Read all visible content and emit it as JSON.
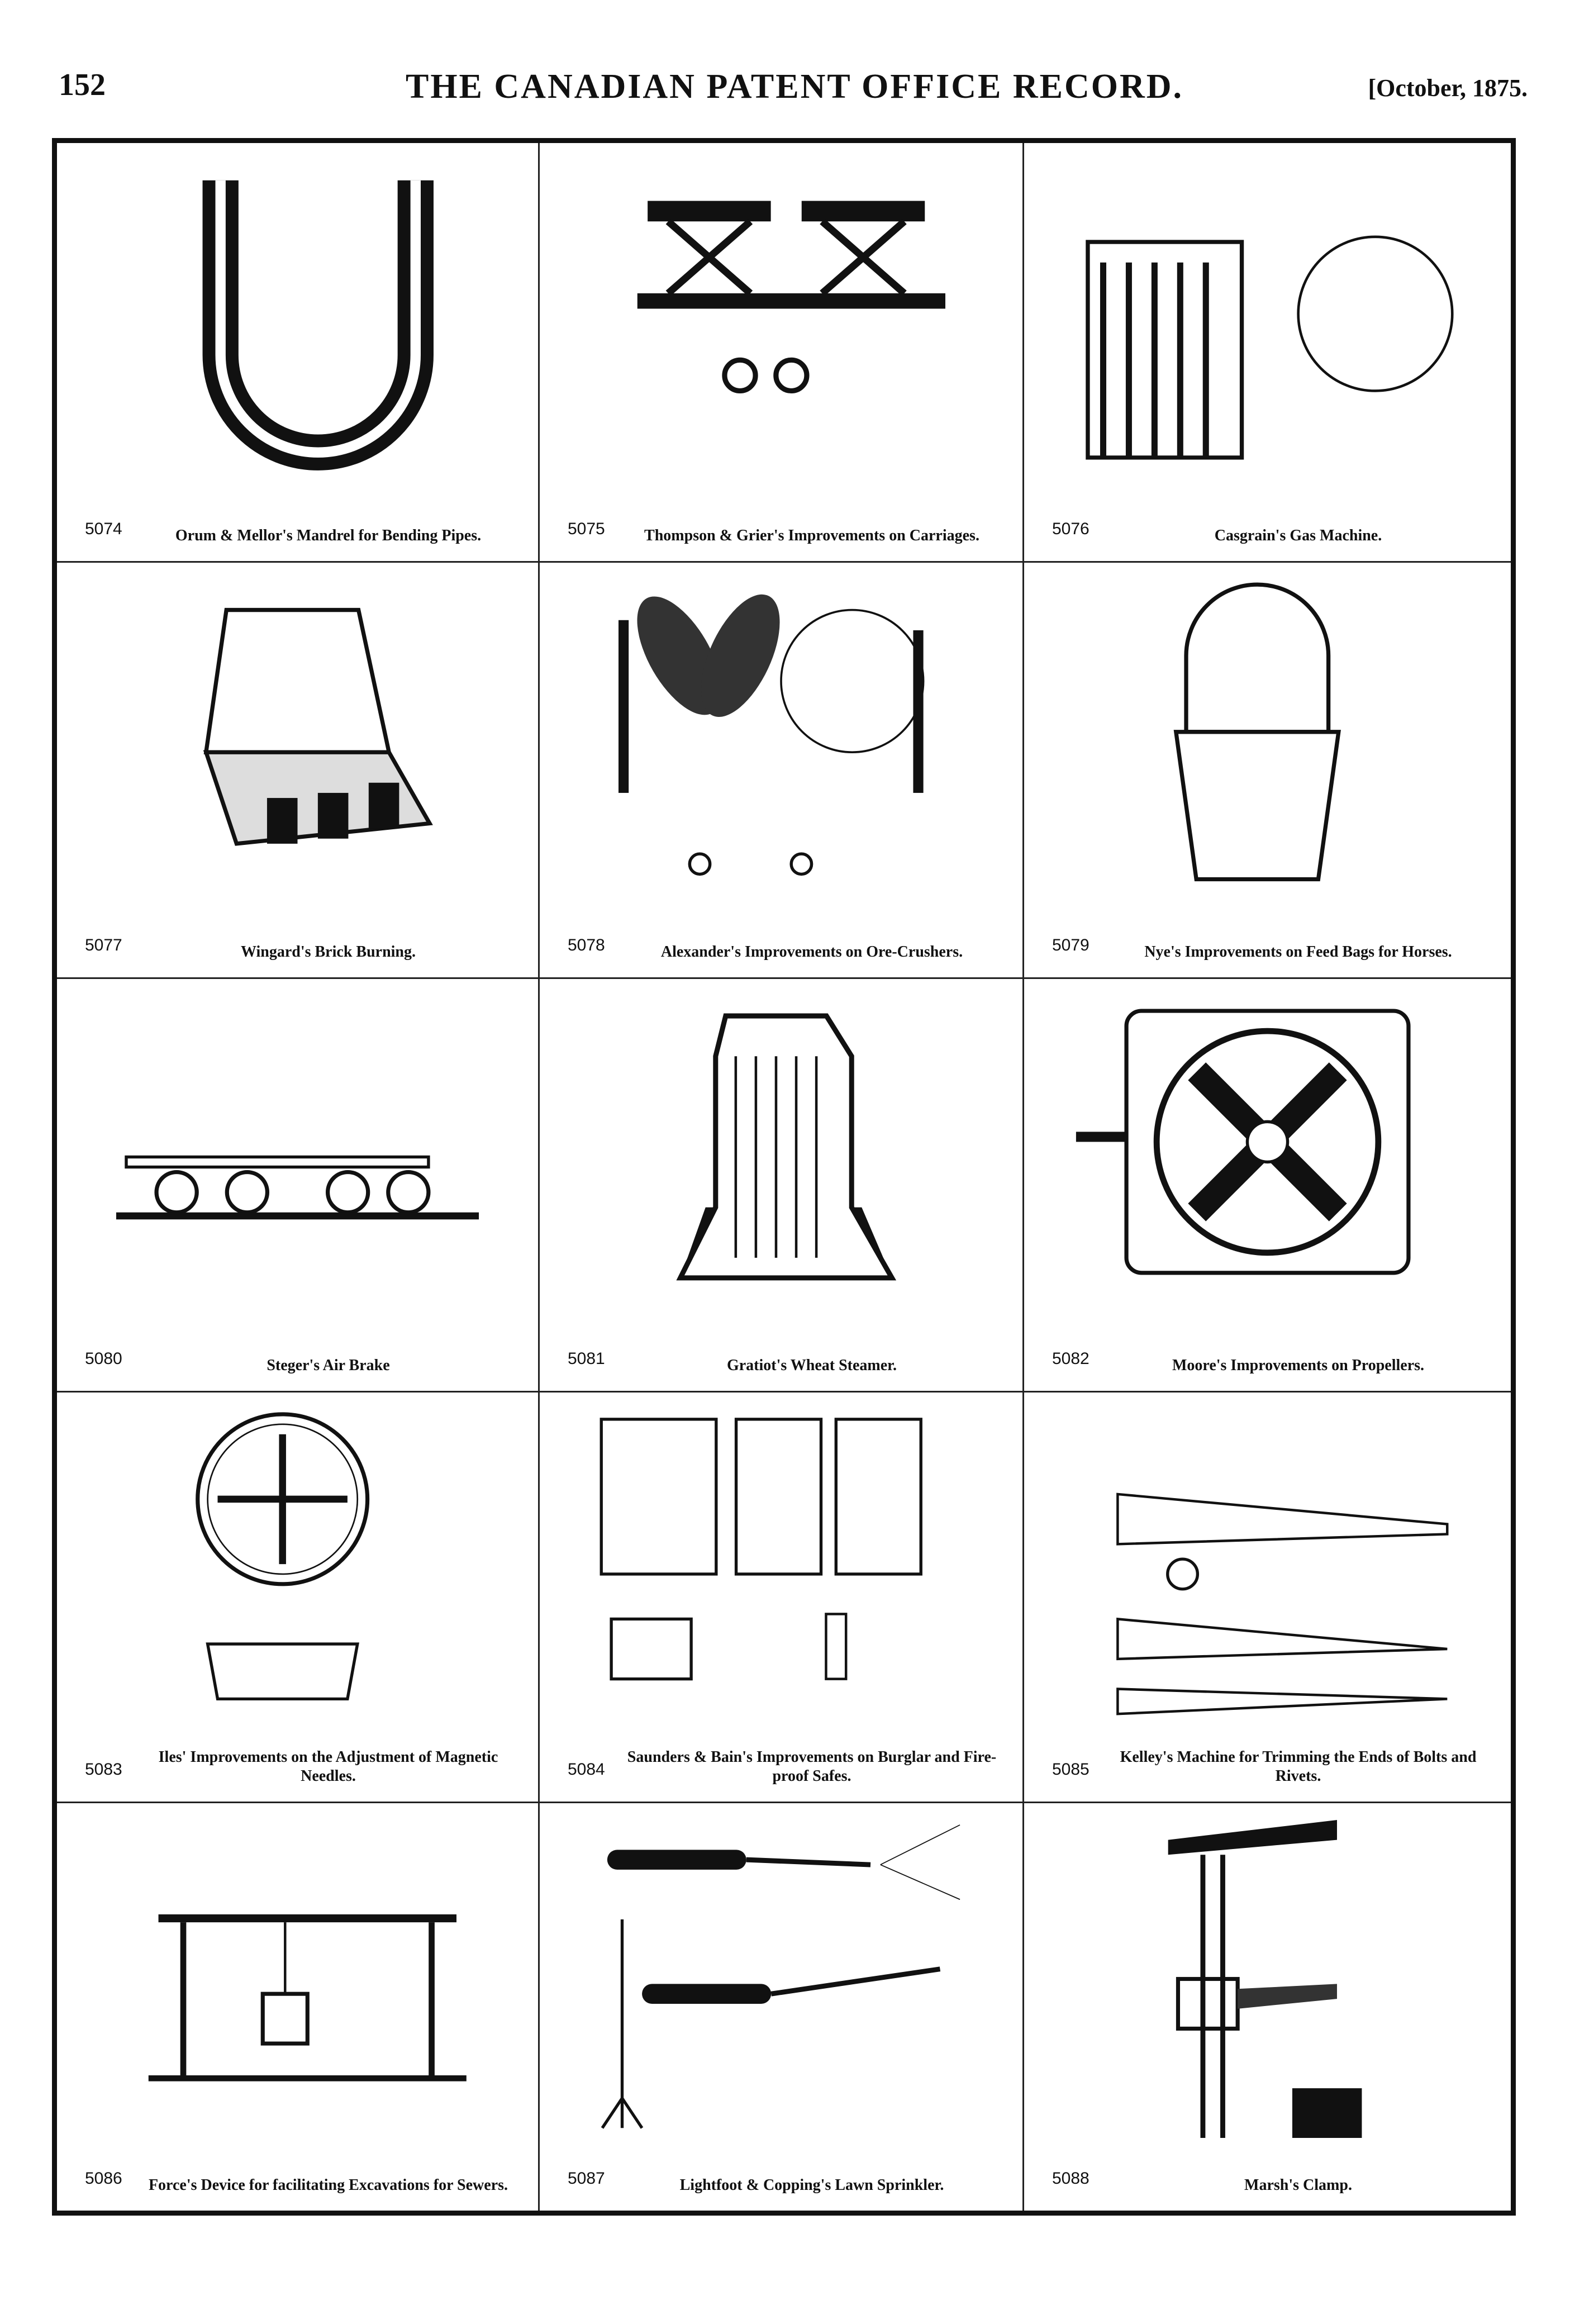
{
  "header": {
    "page_number": "152",
    "title": "THE CANADIAN PATENT OFFICE RECORD.",
    "date": "[October, 1875."
  },
  "patents": [
    {
      "number": "5074",
      "caption": "Orum & Mellor's Mandrel for Bending Pipes."
    },
    {
      "number": "5075",
      "caption": "Thompson & Grier's Improvements on Carriages."
    },
    {
      "number": "5076",
      "caption": "Casgrain's Gas Machine."
    },
    {
      "number": "5077",
      "caption": "Wingard's Brick Burning."
    },
    {
      "number": "5078",
      "caption": "Alexander's Improvements on Ore-Crushers."
    },
    {
      "number": "5079",
      "caption": "Nye's Improvements on Feed Bags for Horses."
    },
    {
      "number": "5080",
      "caption": "Steger's Air Brake"
    },
    {
      "number": "5081",
      "caption": "Gratiot's Wheat Steamer."
    },
    {
      "number": "5082",
      "caption": "Moore's Improvements on Propellers."
    },
    {
      "number": "5083",
      "caption": "Iles' Improvements on the Adjustment of Magnetic Needles."
    },
    {
      "number": "5084",
      "caption": "Saunders & Bain's Improvements on Burglar and Fire-proof Safes."
    },
    {
      "number": "5085",
      "caption": "Kelley's Machine for Trimming the Ends of Bolts and Rivets."
    },
    {
      "number": "5086",
      "caption": "Force's Device for facilitating Excavations for Sewers."
    },
    {
      "number": "5087",
      "caption": "Lightfoot & Copping's Lawn Sprinkler."
    },
    {
      "number": "5088",
      "caption": "Marsh's Clamp."
    }
  ]
}
